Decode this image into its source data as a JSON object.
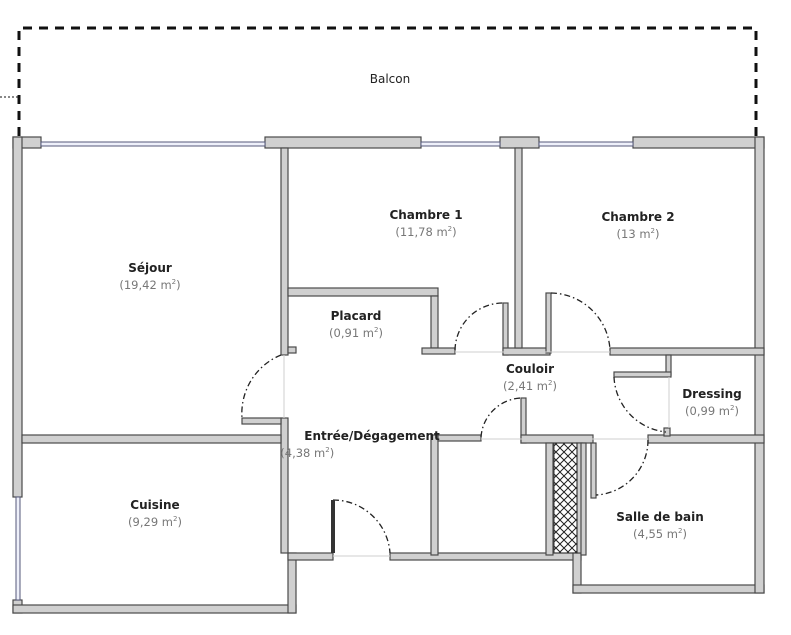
{
  "plan": {
    "balcony": {
      "name": "Balcon"
    },
    "area_unit": "m",
    "rooms": [
      {
        "name": "Séjour",
        "area": "19,42"
      },
      {
        "name": "Chambre 1",
        "area": "11,78"
      },
      {
        "name": "Chambre 2",
        "area": "13"
      },
      {
        "name": "Placard",
        "area": "0,91"
      },
      {
        "name": "Couloir",
        "area": "2,41"
      },
      {
        "name": "Dressing",
        "area": "0,99"
      },
      {
        "name": "Entrée/Dégagement",
        "area": "4,38"
      },
      {
        "name": "Cuisine",
        "area": "9,29"
      },
      {
        "name": "Salle de bain",
        "area": "4,55"
      }
    ],
    "colors": {
      "wall_fill": "#d0d0d0",
      "wall_stroke": "#4a4a4a",
      "window": "#55597a",
      "area_text": "#777777"
    }
  }
}
